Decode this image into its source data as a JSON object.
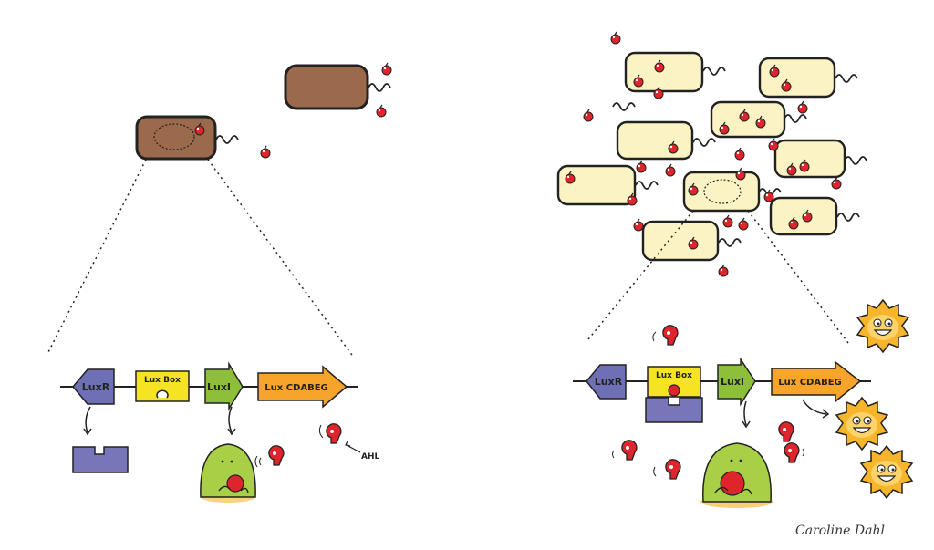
{
  "colors": {
    "dark_cell": "#9b6a4c",
    "light_cell": "#fbf3c3",
    "ahl": "#e0242b",
    "luxr": "#6f6fb5",
    "luxbox": "#f6e324",
    "luxi": "#8dbf3a",
    "luxcdabeg": "#f6a42a",
    "protein": "#7676b8",
    "creature": "#a8cf45",
    "sun": "#f6b52a",
    "outline": "#222222"
  },
  "genes": {
    "luxr": "LuxR",
    "luxbox": "Lux Box",
    "luxi": "LuxI",
    "luxcdabeg": "Lux CDABEG"
  },
  "annotations": {
    "ahl": "AHL"
  },
  "signature": "Caroline Dahl"
}
